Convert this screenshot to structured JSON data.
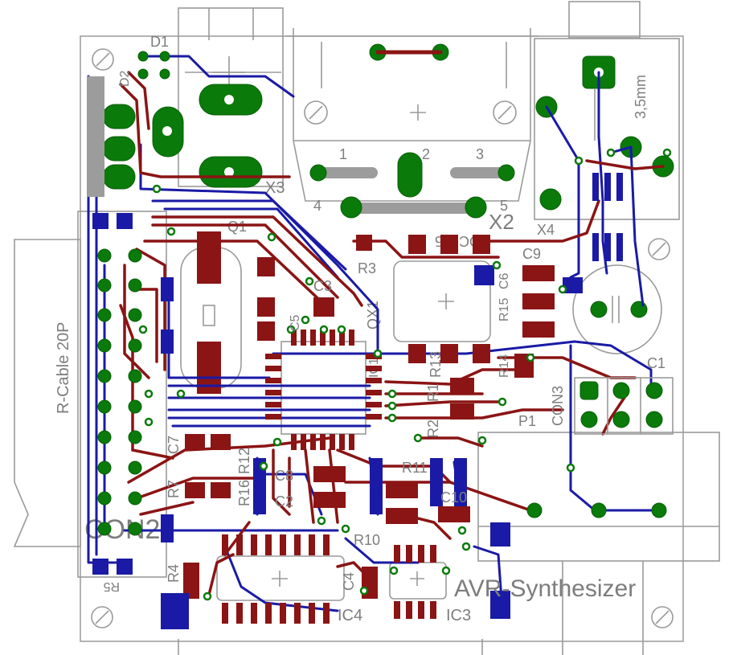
{
  "board": {
    "title": "AVR-Synthesizer",
    "colors": {
      "top_copper": "#8b1414",
      "bottom_copper": "#1a1aa6",
      "pads": "#0a7a0a",
      "silkscreen": "#9a9a9a",
      "background": "#ffffff"
    }
  },
  "labels": {
    "d1": "D1",
    "d2": "D2",
    "x3": "X3",
    "q1": "Q1",
    "x2": "X2",
    "x4": "X4",
    "tdc": "TDC705",
    "r3": "R3",
    "qx1": "QX1",
    "c9": "C9",
    "c1": "C1",
    "con3": "CON3",
    "p1": "P1",
    "r2": "R2",
    "r1": "R1",
    "r11": "R11",
    "c10": "C10",
    "r10": "R10",
    "ic3": "IC3",
    "ic4": "IC4",
    "c4": "C4",
    "c8": "C8",
    "c2": "C2",
    "r12": "R12",
    "r16": "R16",
    "r4": "R4",
    "r5": "R5",
    "con2": "CON2",
    "cable": "R-Cable 20P",
    "jack": "3,5mm",
    "ic1": "IC1",
    "c3": "C3",
    "c5": "C5",
    "r13": "R13",
    "r14": "R14",
    "r15": "R15",
    "c6": "C6",
    "r7": "R7",
    "c7": "C7",
    "pin1": "1",
    "pin2": "2",
    "pin3": "3",
    "pin4": "4",
    "pin5": "5"
  }
}
